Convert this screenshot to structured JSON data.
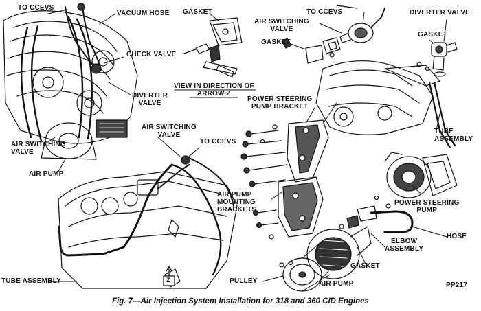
{
  "labels": {
    "to_ccevs_top_left": "TO CCEVS",
    "vacuum_hose": "VACUUM HOSE",
    "gasket_top_center": "GASKET",
    "to_ccevs_top_right": "TO CCEVS",
    "air_switching_valve_top": "AIR SWITCHING\nVALVE",
    "diverter_valve_top_right": "DIVERTER VALVE",
    "gasket_top_right": "GASKET",
    "gasket_near_valve": "GASKET",
    "check_valve": "CHECK VALVE",
    "view_direction": "VIEW IN DIRECTION OF\nARROW Z",
    "diverter_valve_left": "DIVERTER\nVALVE",
    "power_steering_pump_bracket": "POWER STEERING\nPUMP BRACKET",
    "air_switching_valve_left": "AIR SWITCHING\nVALVE",
    "air_switching_valve_center": "AIR SWITCHING\nVALVE",
    "to_ccevs_center": "TO CCEVS",
    "tube_assembly_right": "TUBE\nASSEMBLY",
    "air_pump_left": "AIR PUMP",
    "air_pump_mounting_brackets": "AIR PUMP\nMOUNTING\nBRACKETS",
    "power_steering_pump": "POWER STEERING\nPUMP",
    "hose": "HOSE",
    "elbow_assembly": "ELBOW\nASSEMBLY",
    "gasket_bottom": "GASKET",
    "tube_assembly_bottom": "TUBE ASSEMBLY",
    "pulley": "PULLEY",
    "air_pump_bottom": "AIR PUMP",
    "figure_code": "PP217",
    "arrow_z_mark": "Z"
  },
  "caption": "Fig. 7—Air Injection System Installation for 318 and 360 CID Engines",
  "colors": {
    "ink": "#111111",
    "paper": "#ffffff",
    "shade": "#555555"
  }
}
